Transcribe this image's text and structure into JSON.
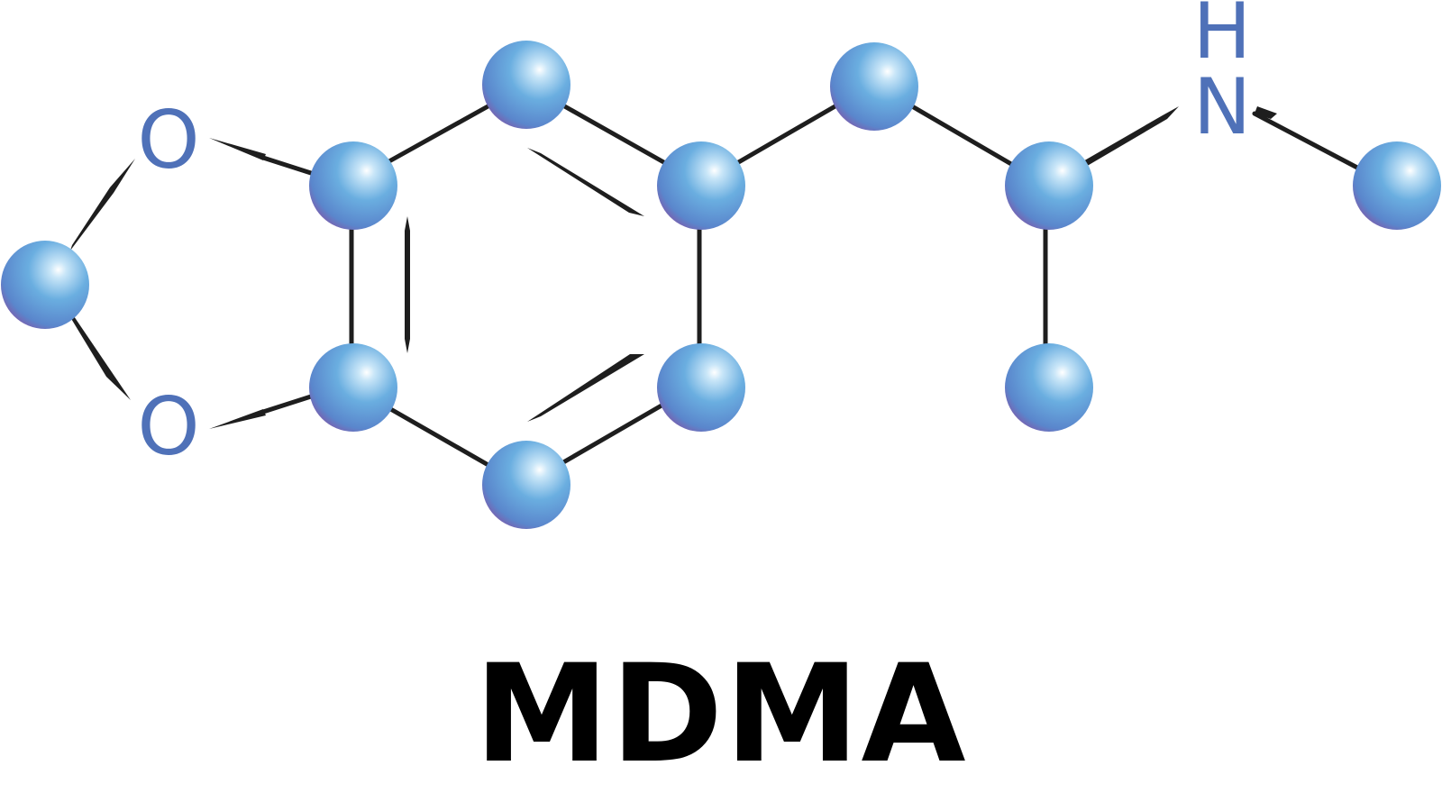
{
  "title": "MDMA",
  "atom_labels": {
    "o1": "O",
    "o2": "O",
    "n": "N",
    "h": "H"
  },
  "colors": {
    "atom_sphere": "#6aaee0",
    "label": "#4f71b8",
    "bond": "#1e1e1e"
  }
}
